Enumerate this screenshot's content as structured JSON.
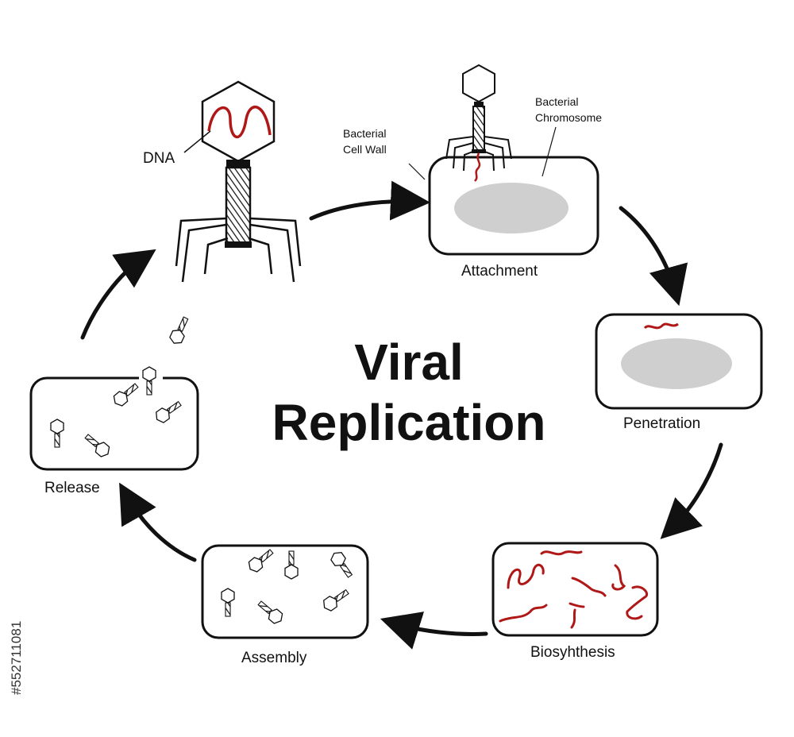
{
  "title": {
    "line1": "Viral",
    "line2": "Replication"
  },
  "labels": {
    "dna": "DNA",
    "cell_wall": [
      "Bacterial",
      "Cell Wall"
    ],
    "chromosome": [
      "Bacterial",
      "Chromosome"
    ]
  },
  "stages": [
    {
      "name": "Attachment"
    },
    {
      "name": "Penetration"
    },
    {
      "name": "Biosyhthesis"
    },
    {
      "name": "Assembly"
    },
    {
      "name": "Release"
    }
  ],
  "watermark": "#552711081",
  "colors": {
    "dna": "#b01818",
    "stroke": "#111111",
    "chromosome": "#cfcfcf"
  }
}
